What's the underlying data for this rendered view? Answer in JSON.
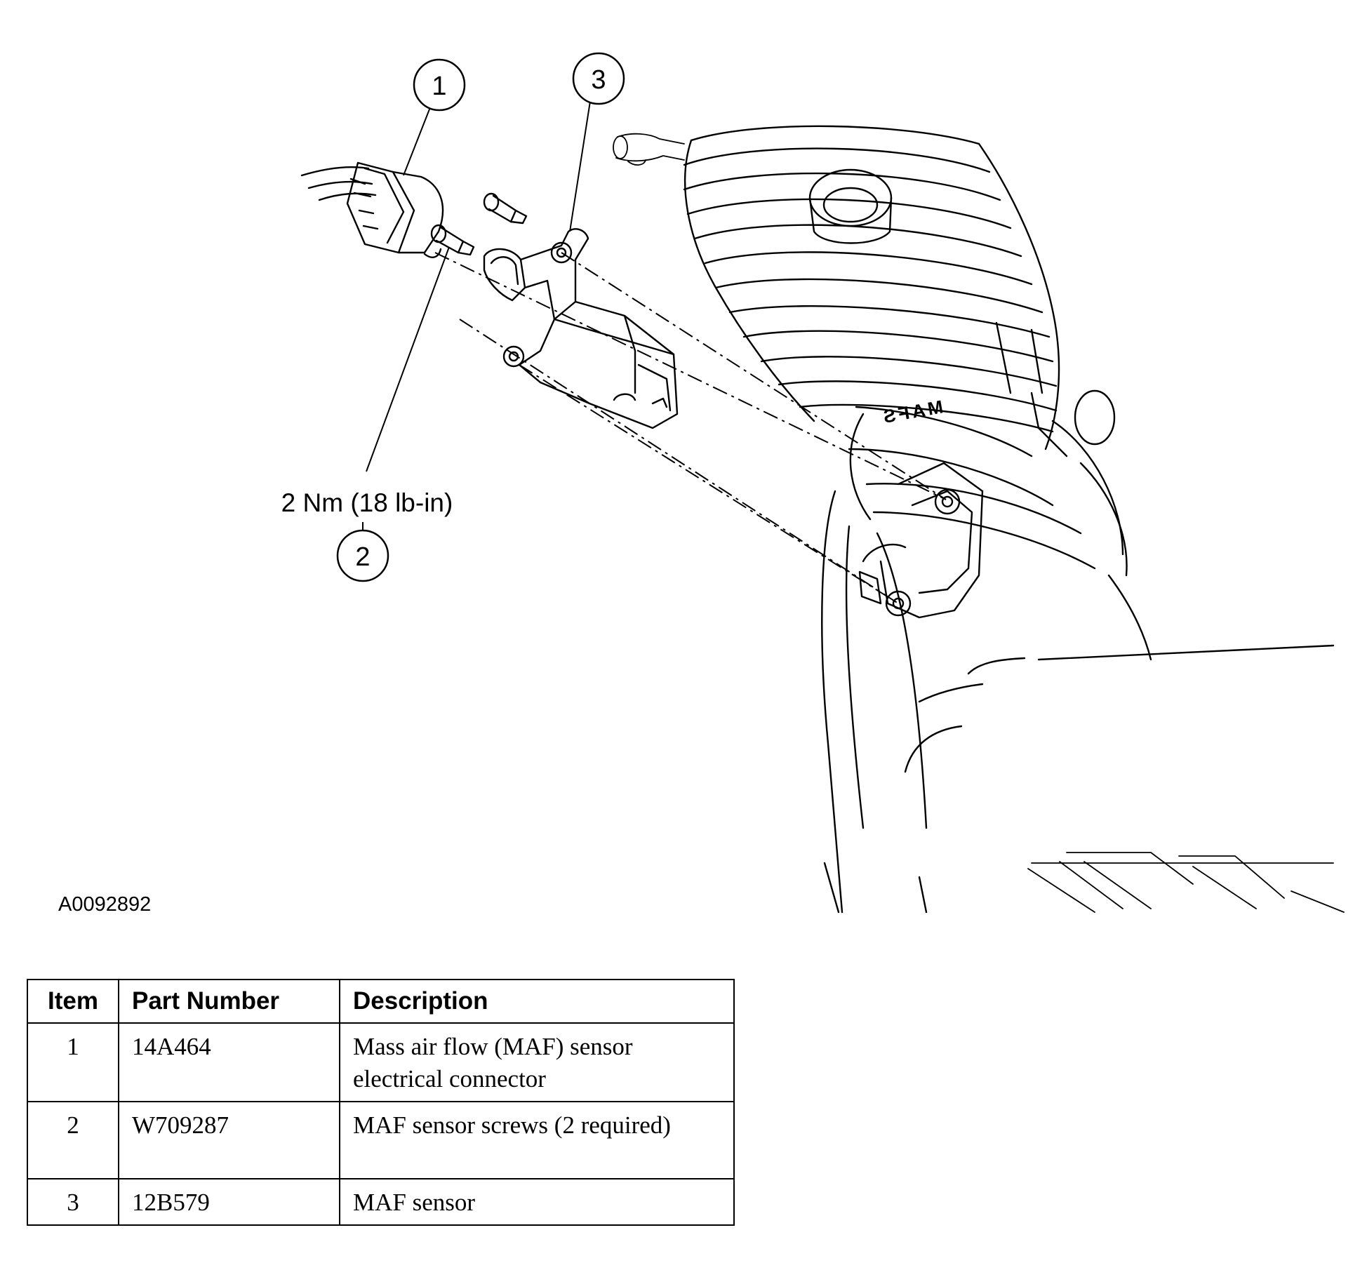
{
  "figure": {
    "id": "A0092892",
    "torque_spec": "2 Nm (18 lb-in)",
    "emboss_text": "MAFS",
    "callouts": [
      {
        "number": "1"
      },
      {
        "number": "2"
      },
      {
        "number": "3"
      }
    ]
  },
  "table": {
    "headers": {
      "item": "Item",
      "part_number": "Part Number",
      "description": "Description"
    },
    "rows": [
      {
        "item": "1",
        "part_number": "14A464",
        "description": "Mass air flow (MAF) sensor electrical connector"
      },
      {
        "item": "2",
        "part_number": "W709287",
        "description": "MAF sensor screws (2 required)"
      },
      {
        "item": "3",
        "part_number": "12B579",
        "description": "MAF sensor"
      }
    ]
  }
}
